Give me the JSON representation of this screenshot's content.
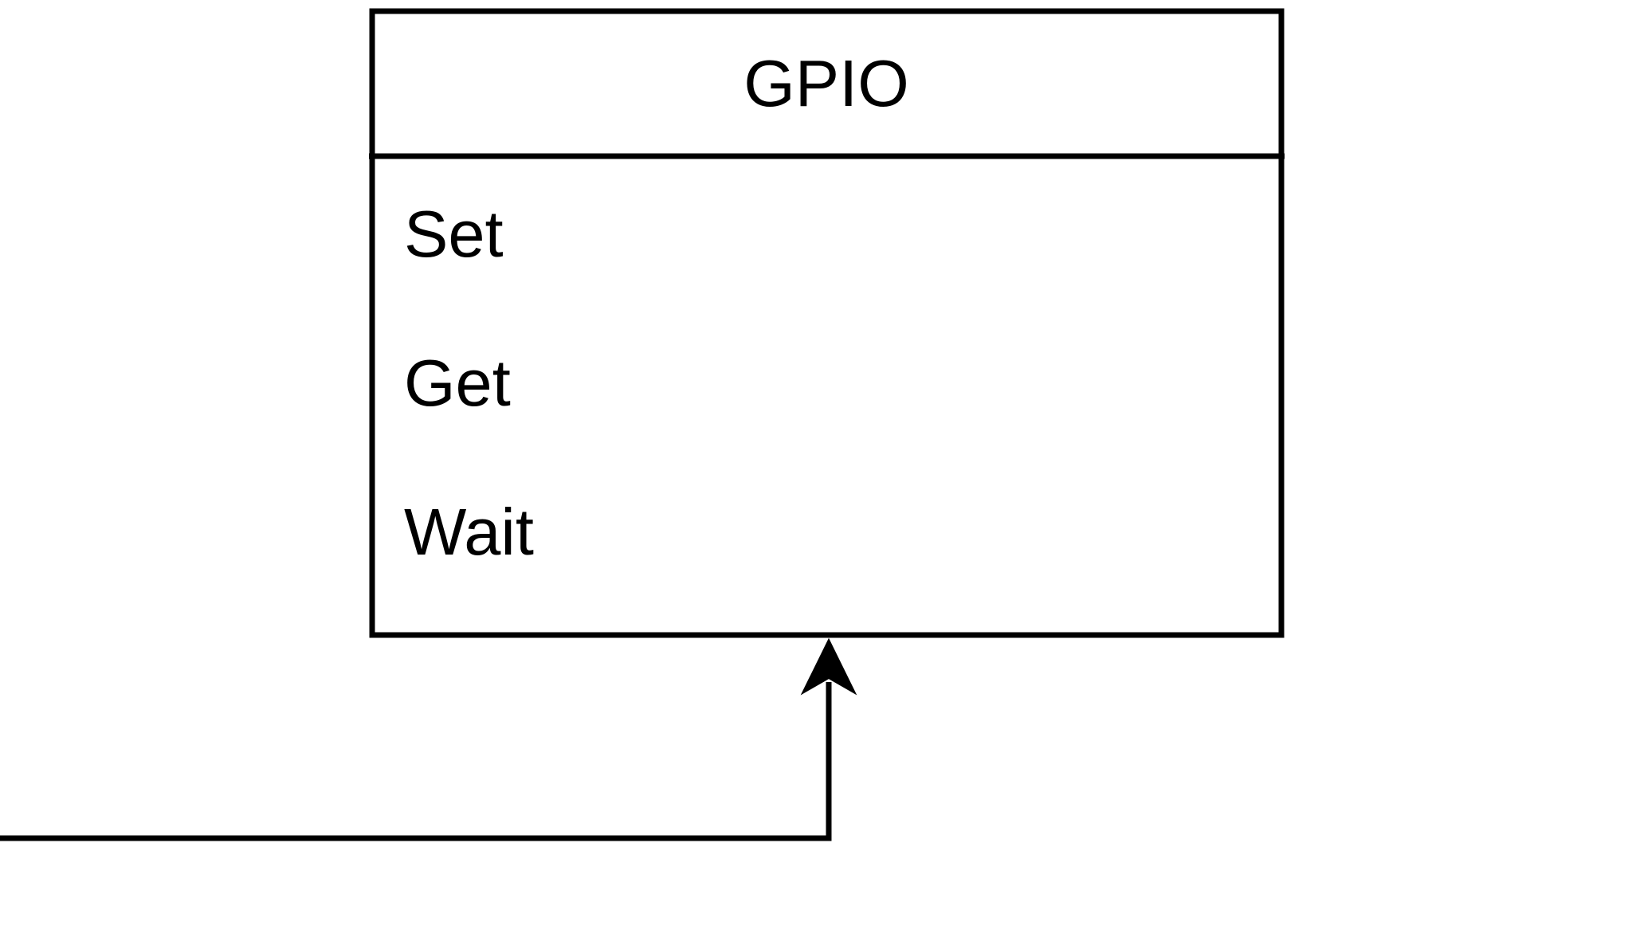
{
  "diagram": {
    "type": "uml-class-diagram",
    "class_box": {
      "title": "GPIO",
      "methods": [
        "Set",
        "Get",
        "Wait"
      ]
    },
    "connector": {
      "description": "orthogonal arrow from left canvas edge into bottom of GPIO box",
      "direction": "points-up-into-box-bottom"
    },
    "colors": {
      "background": "#ffffff",
      "shape_fill": "#ffffff",
      "stroke": "#000000",
      "text": "#000000"
    }
  }
}
